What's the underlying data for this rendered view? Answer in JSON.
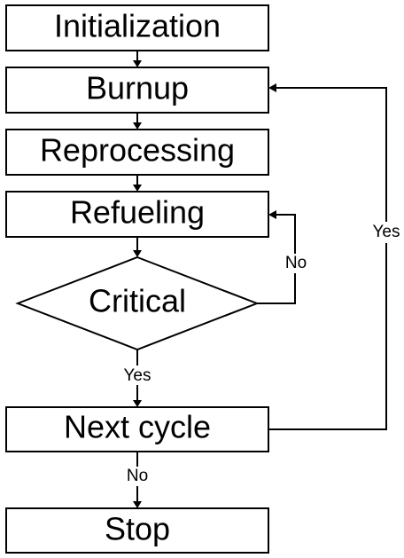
{
  "nodes": {
    "initialization": "Initialization",
    "burnup": "Burnup",
    "reprocessing": "Reprocessing",
    "refueling": "Refueling",
    "critical": "Critical",
    "next_cycle": "Next cycle",
    "stop": "Stop"
  },
  "edge_labels": {
    "critical_no": "No",
    "critical_yes": "Yes",
    "next_cycle_yes": "Yes",
    "next_cycle_no": "No"
  }
}
